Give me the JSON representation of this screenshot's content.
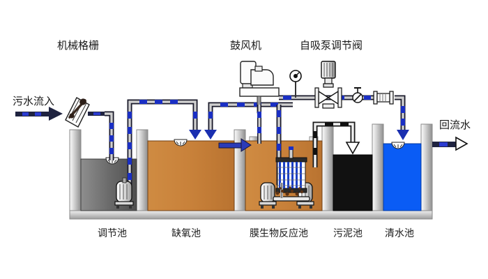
{
  "diagram": {
    "title_labels": {
      "screen": "机械格栅",
      "blower": "鼓风机",
      "pump_valve": "自吸泵调节阀"
    },
    "flow_labels": {
      "inflow": "污水流入",
      "return_water": "回流水"
    },
    "tanks": [
      {
        "id": "regulating",
        "label": "调节池",
        "liquid_color": "#6f6f6f"
      },
      {
        "id": "anoxic",
        "label": "缺氧池",
        "liquid_color": "#c8813a"
      },
      {
        "id": "mbr",
        "label": "膜生物反应池",
        "liquid_color": "#c8813a"
      },
      {
        "id": "sludge",
        "label": "污泥池",
        "liquid_color": "#111111"
      },
      {
        "id": "clearwater",
        "label": "清水池",
        "liquid_color": "#0a5cf5"
      }
    ],
    "colors": {
      "pipe_water": "#1a2fc4",
      "pipe_sludge": "#111111",
      "wall_light": "#e8e8e8",
      "wall_dark": "#9a9a9a",
      "arrow_blue": "#1a2fb0",
      "background": "#ffffff",
      "text": "#1a1a1a"
    },
    "equipment": [
      {
        "name": "mechanical-bar-screen"
      },
      {
        "name": "roots-blower"
      },
      {
        "name": "pressure-gauge"
      },
      {
        "name": "motor-control-valve"
      },
      {
        "name": "butterfly-valve"
      },
      {
        "name": "flexible-connector"
      },
      {
        "name": "membrane-module"
      },
      {
        "name": "air-diffuser"
      },
      {
        "name": "submersible-pump"
      }
    ]
  }
}
